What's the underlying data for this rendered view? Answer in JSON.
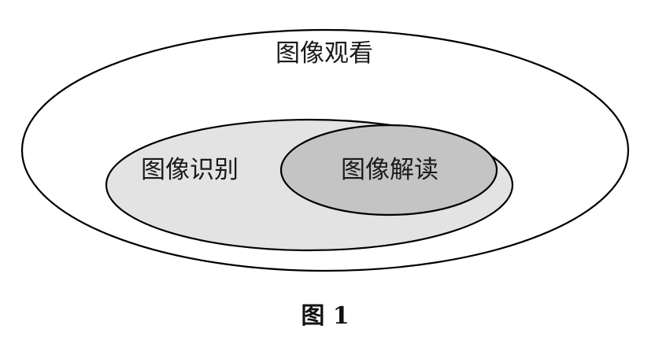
{
  "diagram": {
    "outer_label": "图像观看",
    "middle_label": "图像识别",
    "inner_label": "图像解读",
    "caption": "图 1",
    "colors": {
      "outer_fill": "#ffffff",
      "middle_fill": "#e3e3e3",
      "inner_fill": "#c4c4c4",
      "stroke": "#000000"
    }
  }
}
